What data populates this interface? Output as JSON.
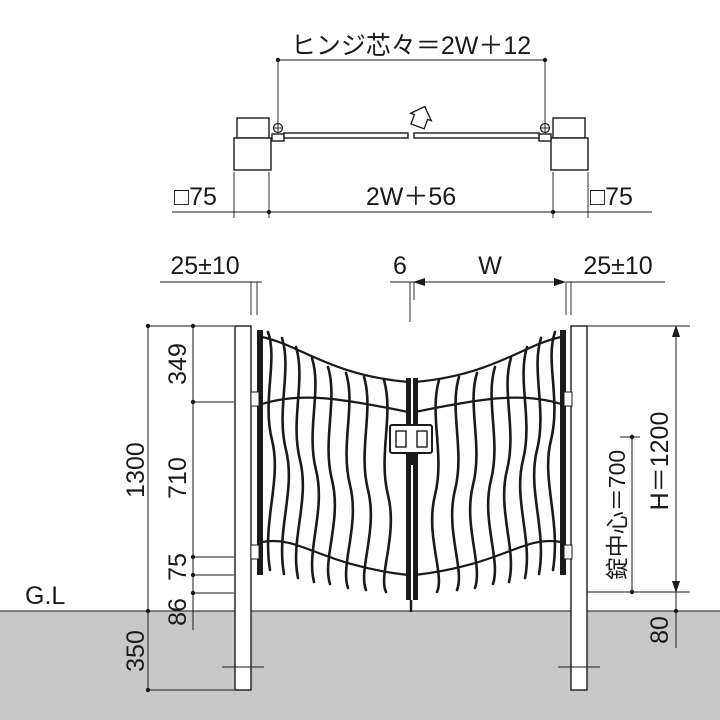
{
  "plan_view": {
    "hinge_center_label": "ヒンジ芯々＝2W＋12",
    "overall_width_label": "2W＋56",
    "left_post_label": "□75",
    "right_post_label": "□75"
  },
  "elevation": {
    "left_clearance_label": "25±10",
    "gap_label": "6",
    "leaf_width_label": "W",
    "right_clearance_label": "25±10",
    "total_height_label": "1300",
    "upper_segment_label": "349",
    "middle_segment_label": "710",
    "lower_segment_label": "75",
    "bottom_gap_label": "86",
    "embed_depth_label": "350",
    "ground_line_label": "G.L",
    "gate_height_label": "H＝1200",
    "lock_center_label": "錠中心＝700",
    "ground_gap_label": "80"
  }
}
